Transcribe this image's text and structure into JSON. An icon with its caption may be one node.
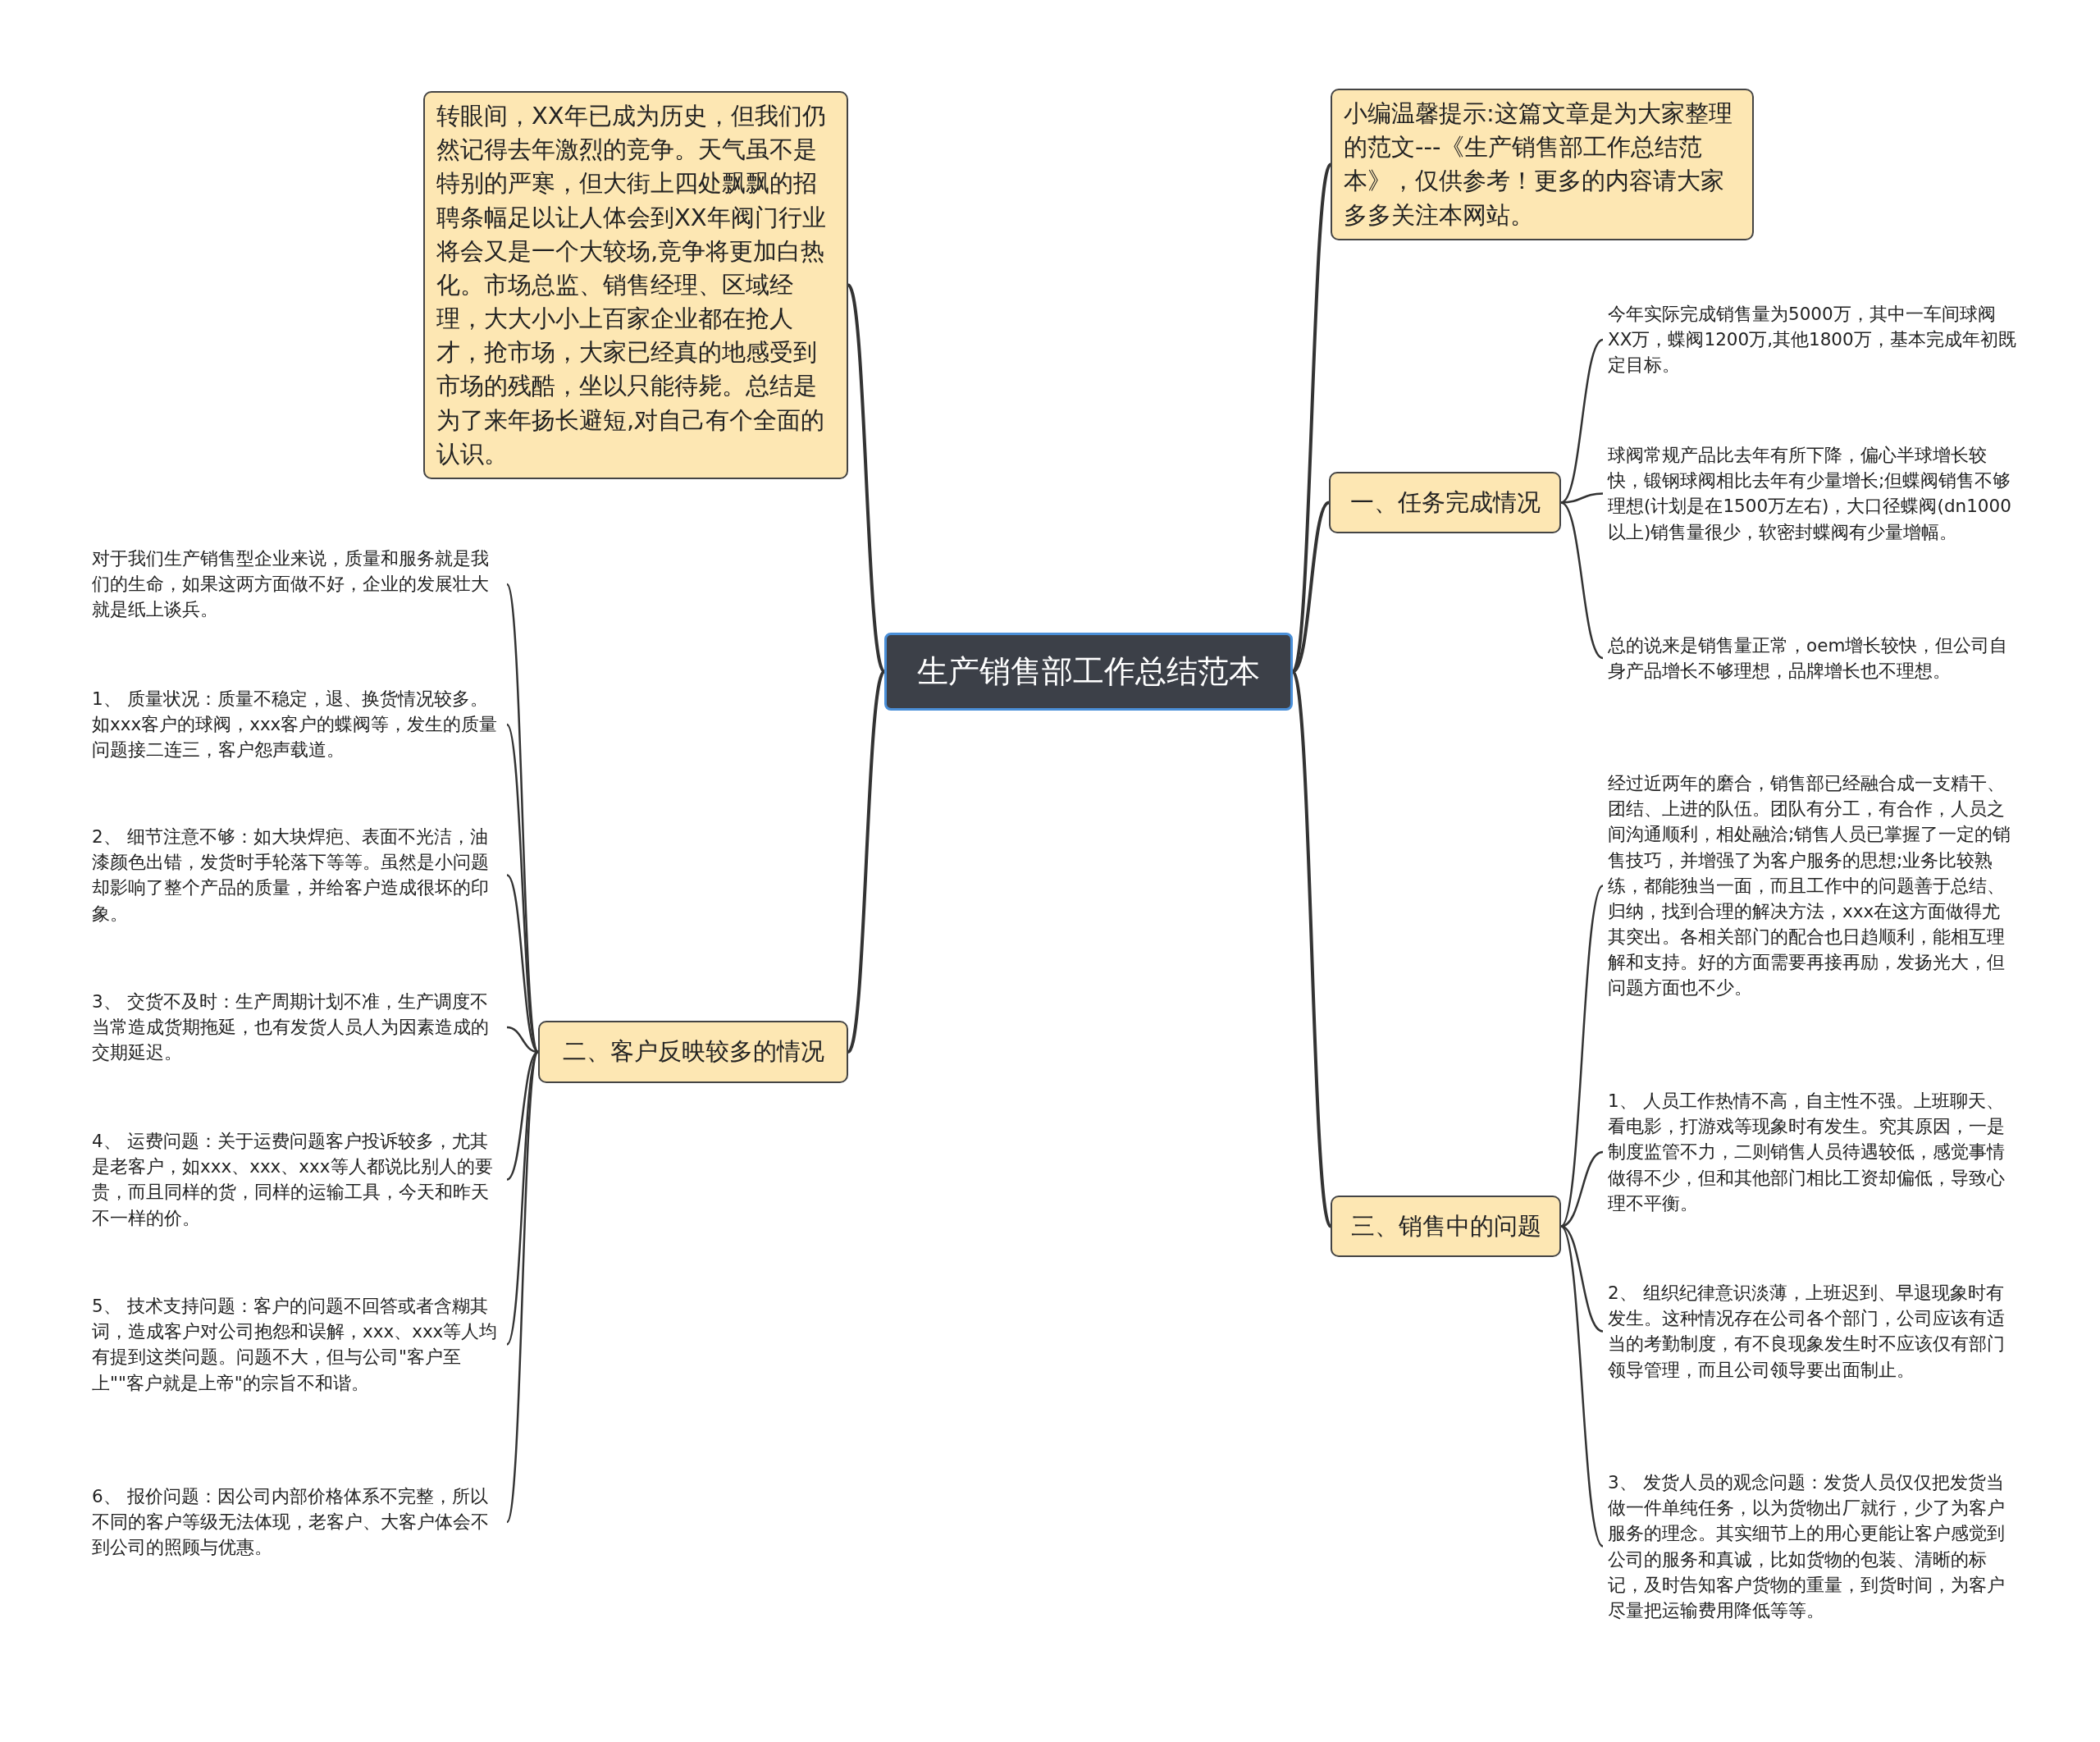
{
  "diagram": {
    "nodes": [
      {
        "text": [
          "生产销售部工作总结范本"
        ]
      },
      {
        "text": [
          "转眼间，XX年已成为历史，但我们仍然记得去年激烈的竞争。天气虽不是特别的严寒，但大街上四处飘飘的招聘条幅足以让人体会到XX年阀门行业将会又是一个大较场,竞争将更加白热化。市场总监、销售经理、区域经理，大大小小上百家企业都在抢人才，抢市场，大家已经真的地感受到市场的残酷，坐以只能待毙。总结是为了来年扬长避短,对自己有个全面的认识。"
        ]
      },
      {
        "text": [
          "小编温馨提示:这篇文章是为大家整理的范文---《生产销售部工作总结范本》，仅供参考！更多的内容请大家多多关注本网站。"
        ]
      },
      {
        "text": [
          "一、任务完成情况"
        ]
      },
      {
        "text": [
          "今年实际完成销售量为5000万，其中一车间球阀XX万，蝶阀1200万,其他1800万，基本完成年初既定目标。"
        ]
      },
      {
        "text": [
          "球阀常规产品比去年有所下降，偏心半球增长较快，锻钢球阀相比去年有少量增长;但蝶阀销售不够理想(计划是在1500万左右)，大口径蝶阀(dn1000以上)销售量很少，软密封蝶阀有少量增幅。"
        ]
      },
      {
        "text": [
          "总的说来是销售量正常，oem增长较快，但公司自身产品增长不够理想，品牌增长也不理想。"
        ]
      },
      {
        "text": [
          "二、客户反映较多的情况"
        ]
      },
      {
        "text": [
          "对于我们生产销售型企业来说，质量和服务就是我们的生命，如果这两方面做不好，企业的发展壮大就是纸上谈兵。"
        ]
      },
      {
        "text": [
          "1、 质量状况：质量不稳定，退、换货情况较多。如xxx客户的球阀，xxx客户的蝶阀等，发生的质量问题接二连三，客户怨声载道。"
        ]
      },
      {
        "text": [
          "2、 细节注意不够：如大块焊疤、表面不光洁，油漆颜色出错，发货时手轮落下等等。虽然是小问题却影响了整个产品的质量，并给客户造成很坏的印象。"
        ]
      },
      {
        "text": [
          "3、 交货不及时：生产周期计划不准，生产调度不当常造成货期拖延，也有发货人员人为因素造成的交期延迟。"
        ]
      },
      {
        "text": [
          "4、 运费问题：关于运费问题客户投诉较多，尤其是老客户，如xxx、xxx、xxx等人都说比别人的要贵，而且同样的货，同样的运输工具，今天和昨天不一样的价。"
        ]
      },
      {
        "text": [
          "5、 技术支持问题：客户的问题不回答或者含糊其词，造成客户对公司抱怨和误解，xxx、xxx等人均有提到这类问题。问题不大，但与公司\"客户至上\"\"客户就是上帝\"的宗旨不和谐。"
        ]
      },
      {
        "text": [
          "6、 报价问题：因公司内部价格体系不完整，所以不同的客户等级无法体现，老客户、大客户体会不到公司的照顾与优惠。"
        ]
      },
      {
        "text": [
          "三、销售中的问题"
        ]
      },
      {
        "text": [
          "经过近两年的磨合，销售部已经融合成一支精干、团结、上进的队伍。团队有分工，有合作，人员之间沟通顺利，相处融洽;销售人员已掌握了一定的销售技巧，并增强了为客户服务的思想;业务比较熟练，都能独当一面，而且工作中的问题善于总结、归纳，找到合理的解决方法，xxx在这方面做得尤其突出。各相关部门的配合也日趋顺利，能相互理解和支持。好的方面需要再接再励，发扬光大，但问题方面也不少。"
        ]
      },
      {
        "text": [
          "1、 人员工作热情不高，自主性不强。上班聊天、看电影，打游戏等现象时有发生。究其原因，一是制度监管不力，二则销售人员待遇较低，感觉事情做得不少，但和其他部门相比工资却偏低，导致心理不平衡。"
        ]
      },
      {
        "text": [
          "2、 组织纪律意识淡薄，上班迟到、早退现象时有发生。这种情况存在公司各个部门，公司应该有适当的考勤制度，有不良现象发生时不应该仅有部门领导管理，而且公司领导要出面制止。"
        ]
      },
      {
        "text": [
          "3、 发货人员的观念问题：发货人员仅仅把发货当做一件单纯任务，以为货物出厂就行，少了为客户服务的理念。其实细节上的用心更能让客户感觉到公司的服务和真诚，比如货物的包装、清晰的标记，及时告知客户货物的重量，到货时间，为客户尽量把运输费用降低等等。"
        ]
      }
    ],
    "edges": [
      {
        "from": 0,
        "to": 1,
        "arrow": "none"
      },
      {
        "from": 0,
        "to": 2,
        "arrow": "none"
      },
      {
        "from": 0,
        "to": 3,
        "arrow": "none"
      },
      {
        "from": 3,
        "to": 4,
        "arrow": "none"
      },
      {
        "from": 3,
        "to": 5,
        "arrow": "none"
      },
      {
        "from": 3,
        "to": 6,
        "arrow": "none"
      },
      {
        "from": 0,
        "to": 7,
        "arrow": "none"
      },
      {
        "from": 7,
        "to": 8,
        "arrow": "none"
      },
      {
        "from": 7,
        "to": 9,
        "arrow": "none"
      },
      {
        "from": 7,
        "to": 10,
        "arrow": "none"
      },
      {
        "from": 7,
        "to": 11,
        "arrow": "none"
      },
      {
        "from": 7,
        "to": 12,
        "arrow": "none"
      },
      {
        "from": 7,
        "to": 13,
        "arrow": "none"
      },
      {
        "from": 7,
        "to": 14,
        "arrow": "none"
      },
      {
        "from": 0,
        "to": 15,
        "arrow": "none"
      },
      {
        "from": 15,
        "to": 16,
        "arrow": "none"
      },
      {
        "from": 15,
        "to": 17,
        "arrow": "none"
      },
      {
        "from": 15,
        "to": 18,
        "arrow": "none"
      },
      {
        "from": 15,
        "to": 19,
        "arrow": "none"
      }
    ]
  }
}
